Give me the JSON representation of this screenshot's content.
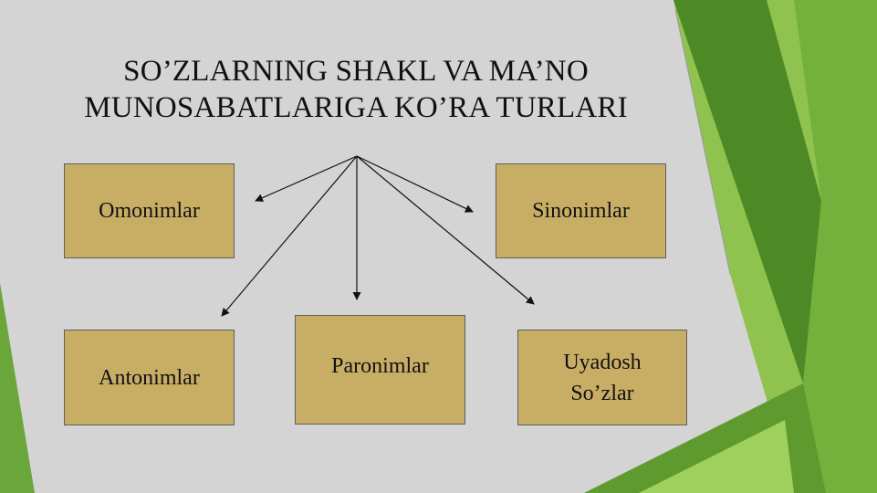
{
  "slide": {
    "title_line1": "SO’ZLARNING SHAKL VA MA’NO",
    "title_line2": "MUNOSABATLARIGA KO’RA TURLARI",
    "boxes": {
      "omonimlar": "Omonimlar",
      "sinonimlar": "Sinonimlar",
      "antonimlar": "Antonimlar",
      "paronimlar": "Paronimlar",
      "uyadosh": "Uyadosh\nSo’zlar"
    }
  },
  "colors": {
    "background": "#d4d4d4",
    "box_fill": "#c8ad64",
    "box_border": "#5e5e5e",
    "accent_green_dark": "#3f7a1e",
    "accent_green_light": "#8dc04a"
  }
}
